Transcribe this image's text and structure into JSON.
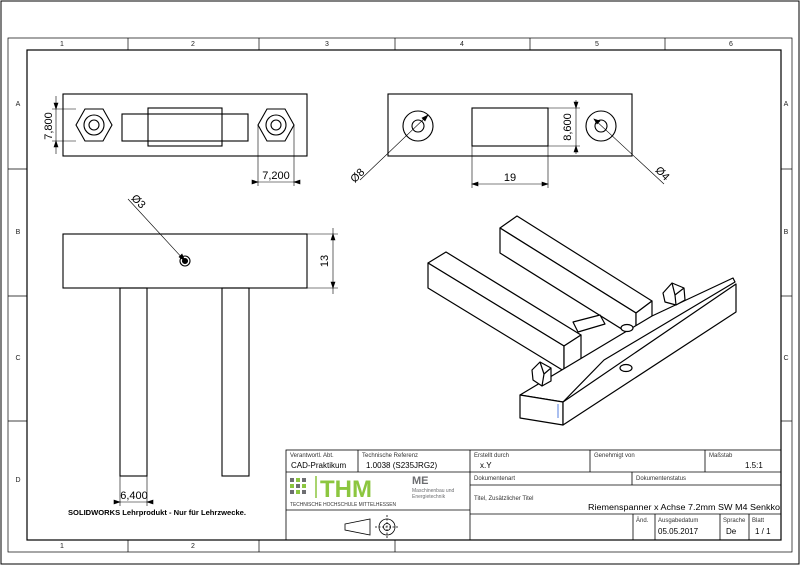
{
  "dimensions": {
    "d_7800": "7,800",
    "d_7200": "7,200",
    "d_8600": "8,600",
    "d_19": "19",
    "d_dia8": "Ø8",
    "d_dia4": "Ø4",
    "d_dia3": "Ø3",
    "d_13": "13",
    "d_6400": "6,400"
  },
  "zones": {
    "columns": [
      "1",
      "2",
      "3",
      "4",
      "5",
      "6"
    ],
    "rows": [
      "A",
      "B",
      "C",
      "D"
    ]
  },
  "notice": "SOLIDWORKS Lehrprodukt - Nur für Lehrzwecke.",
  "title_block": {
    "verantw_label": "Verantwortl. Abt.",
    "verantw_value": "CAD-Praktikum",
    "tech_ref_label": "Technische Referenz",
    "tech_ref_value": "1.0038 (S235JRG2)",
    "erstellt_label": "Erstellt durch",
    "erstellt_value": "x.Y",
    "genehmigt_label": "Genehmigt von",
    "genehmigt_value": "",
    "massstab_label": "Maßstab",
    "massstab_value": "1.5:1",
    "dokumentenart_label": "Dokumentenart",
    "dokumentenstatus_label": "Dokumentenstatus",
    "titel_label": "Titel, Zusätzlicher Titel",
    "titel_value": "Riemenspanner x   Achse 7.2mm SW M4 Senkko",
    "aend_label": "Änd.",
    "ausgabedatum_label": "Ausgabedatum",
    "ausgabedatum_value": "05.05.2017",
    "sprache_label": "Sprache",
    "sprache_value": "De",
    "blatt_label": "Blatt",
    "blatt_value": "1 / 1",
    "logo_text": "THM",
    "logo_sub": "ME",
    "logo_desc1": "Maschinenbau und",
    "logo_desc2": "Energietechnik",
    "school_name": "TECHNISCHE HOCHSCHULE MITTELHESSEN"
  },
  "colors": {
    "line": "#000000",
    "logo_green": "#8cc63f",
    "logo_gray": "#6d6e71"
  }
}
